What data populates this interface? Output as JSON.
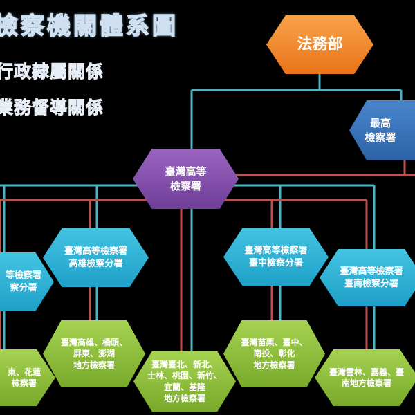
{
  "title": "檢察機關體系圖",
  "legend": {
    "administrative": "行政隸屬關係",
    "supervision": "業務督導關係"
  },
  "colors": {
    "administrative_line": "#4fb3c8",
    "supervision_line": "#c0504d"
  },
  "nodes": {
    "ministry": [
      "法務部"
    ],
    "supreme": [
      "最高",
      "檢察署"
    ],
    "high": [
      "臺灣高等",
      "檢察署"
    ],
    "hualien_branch": [
      "等檢察署",
      "察分署"
    ],
    "kaohsiung_branch": [
      "臺灣高等檢察署",
      "高雄檢察分署"
    ],
    "taichung_branch": [
      "臺灣高等檢察署",
      "臺中檢察分署"
    ],
    "tainan_branch": [
      "臺灣高等檢察署",
      "臺南檢察分署"
    ],
    "hualien_district": [
      "東、花蓮",
      "檢察署"
    ],
    "kaohsiung_district": [
      "臺灣高雄、橋頭、",
      "屏東、澎湖",
      "地方檢察署"
    ],
    "taipei_district": [
      "臺灣臺北、新北、",
      "士林、桃園、新竹、",
      "宜蘭、基隆",
      "地方檢察署"
    ],
    "taichung_district": [
      "臺灣苗栗、臺中、",
      "南投、彰化",
      "地方檢察署"
    ],
    "tainan_district": [
      "臺灣雲林、嘉義、臺",
      "南地方檢察署"
    ]
  }
}
